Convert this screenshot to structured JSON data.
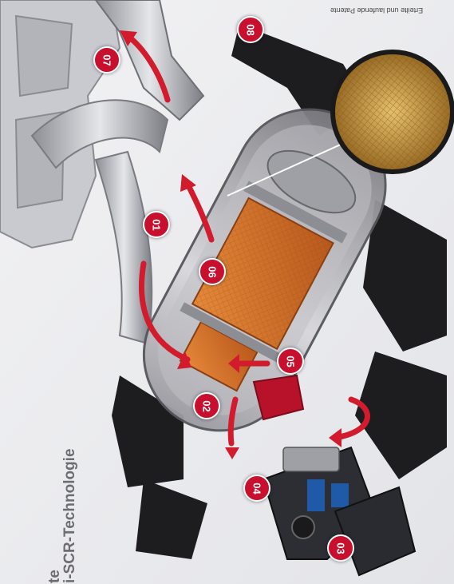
{
  "caption": "Erteilte und laufende Patente",
  "title": {
    "line1": "te",
    "line2": "i-SCR-Technologie"
  },
  "badges": [
    "01",
    "02",
    "03",
    "04",
    "05",
    "06",
    "07",
    "08"
  ],
  "colors": {
    "accent": "#c8102e",
    "catalyst": "#d9772e",
    "title": "#6c6c73"
  }
}
